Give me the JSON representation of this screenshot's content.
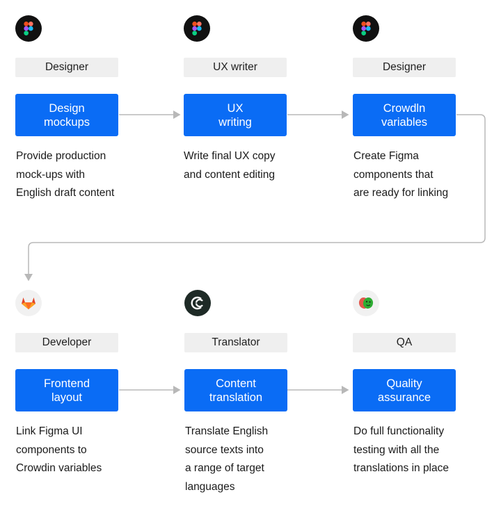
{
  "row1": [
    {
      "icon": "figma-icon",
      "role": "Designer",
      "box": "Design\nmockups",
      "desc": "Provide production\nmock-ups with\nEnglish draft content"
    },
    {
      "icon": "figma-icon",
      "role": "UX writer",
      "box": "UX\nwriting",
      "desc": "Write final UX copy\nand content editing"
    },
    {
      "icon": "figma-icon",
      "role": "Designer",
      "box": "Crowdln\nvariables",
      "desc": "Create Figma\ncomponents that\nare ready for linking"
    }
  ],
  "row2": [
    {
      "icon": "gitlab-icon",
      "role": "Developer",
      "box": "Frontend\nlayout",
      "desc": "Link Figma UI\ncomponents to\nCrowdin variables"
    },
    {
      "icon": "crowdin-icon",
      "role": "Translator",
      "box": "Content\ntranslation",
      "desc": "Translate English\nsource texts into\na range of target\nlanguages"
    },
    {
      "icon": "playwright-icon",
      "role": "QA",
      "box": "Quality\nassurance",
      "desc": "Do full functionality\ntesting with all the\ntranslations in place"
    }
  ],
  "colors": {
    "accent": "#0a6cf5",
    "role_bg": "#efefef",
    "connector": "#b8b8b8"
  }
}
